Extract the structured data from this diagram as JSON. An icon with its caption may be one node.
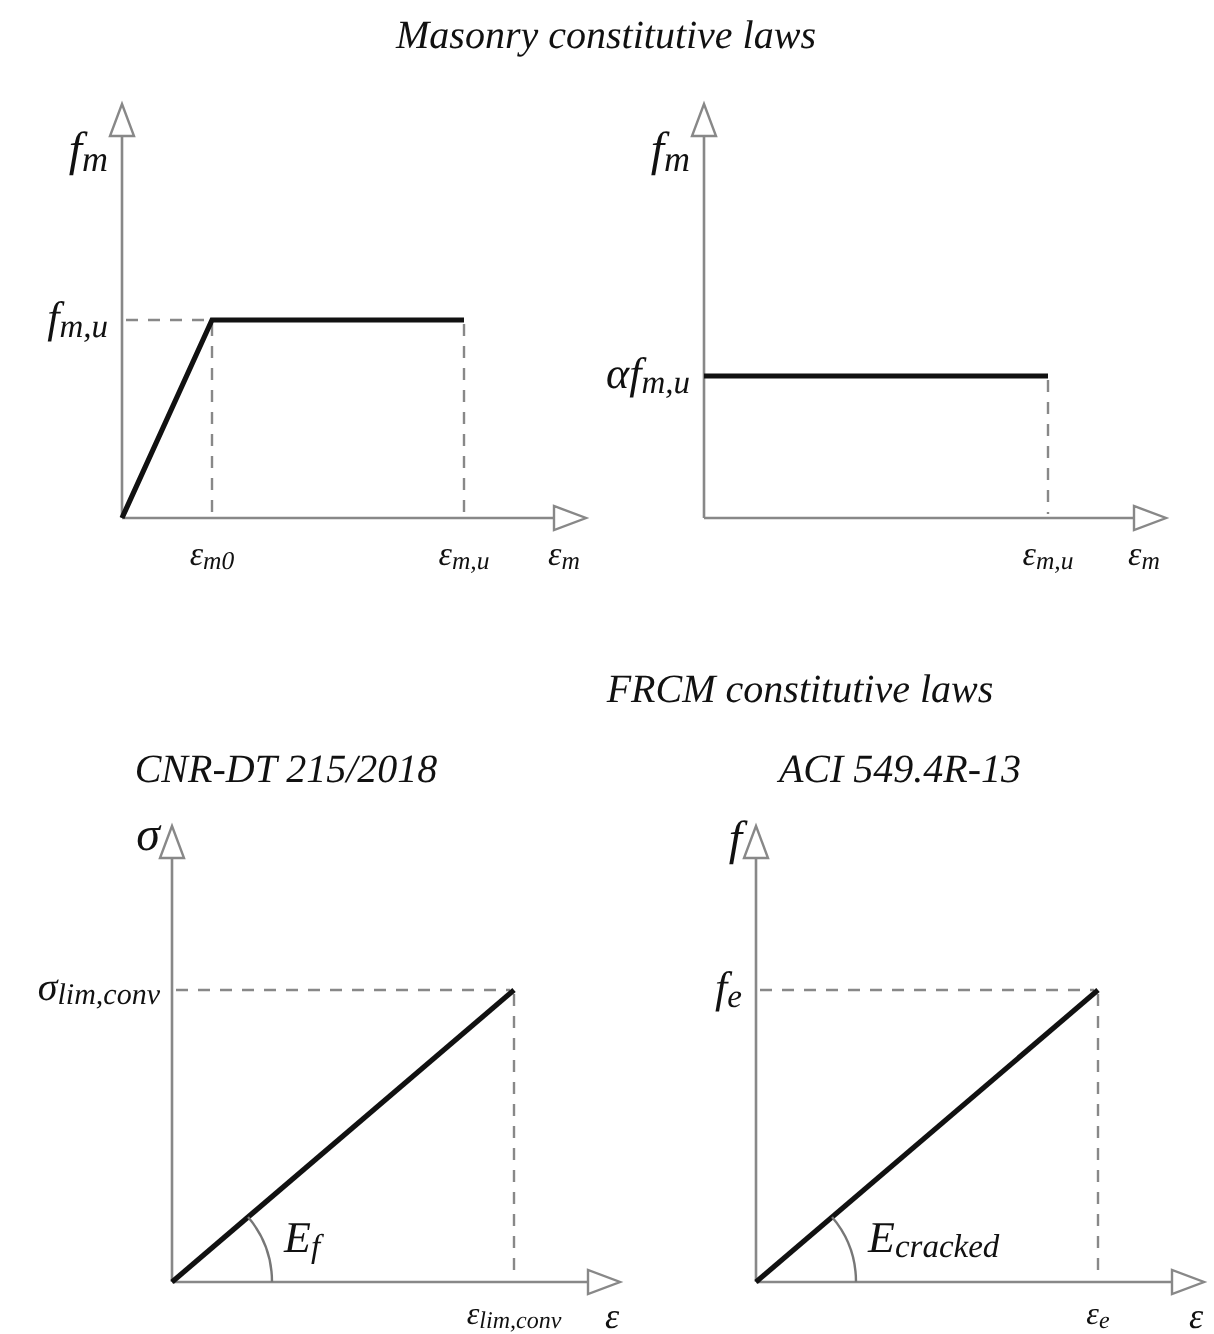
{
  "diagram": {
    "title": "Masonry constitutive laws",
    "labels": [
      "f$_{m}$",
      "f$_{m,u}$",
      "ε$_{m0}$",
      "ε$_{m,u}$",
      "ε$_{m}$",
      "f$_{m}$",
      "αf$_{m,u}$",
      "ε$_{m,u}$",
      "ε$_{m}$",
      "FRCM constitutive laws",
      "CNR-DT 215/2018",
      "ACI 549.4R-13",
      "σ",
      "σ$_{lim,conv}$",
      "E$_{f}$",
      "ε$_{lim,conv}$",
      "ε",
      "f",
      "f$_{e}$",
      "E$_{cracked}$",
      "ε$_{e}$",
      "ε"
    ]
  }
}
